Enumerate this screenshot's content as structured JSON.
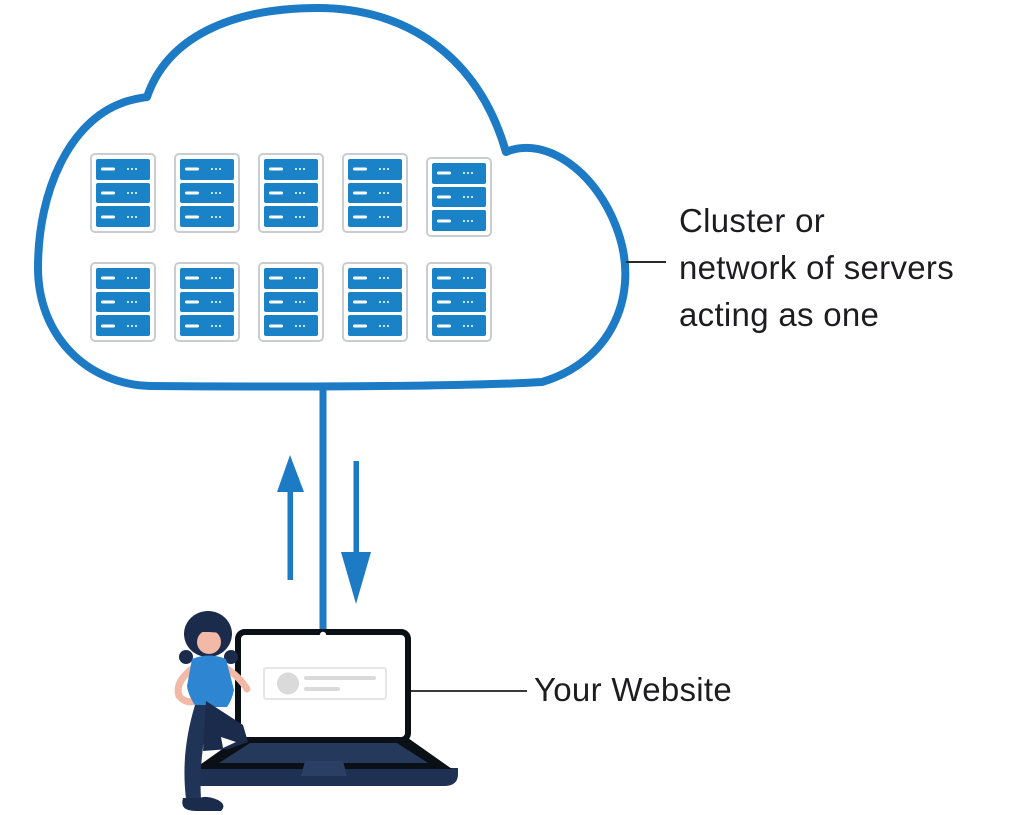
{
  "labels": {
    "cluster_lines": [
      "Cluster or",
      "network of servers",
      "acting as one"
    ],
    "website": "Your Website"
  },
  "cloud": {
    "server_grid": {
      "rows": 2,
      "columns": 5,
      "bars_per_server": 3
    }
  },
  "icons": {
    "cloud": "cloud-outline",
    "server": "server-icon",
    "upload": "upload-arrow-icon",
    "download": "download-arrow-icon",
    "laptop": "laptop-icon",
    "person": "person-figure"
  },
  "colors": {
    "accent_blue": "#1d7bc5",
    "server_blue": "#1a82c6",
    "text": "#1d1d1f",
    "laptop_navy": "#25395c",
    "laptop_black": "#0b0f16",
    "person_navy": "#1b2b4c",
    "skin": "#f2b9a6",
    "shirt_blue": "#2e86d3"
  }
}
